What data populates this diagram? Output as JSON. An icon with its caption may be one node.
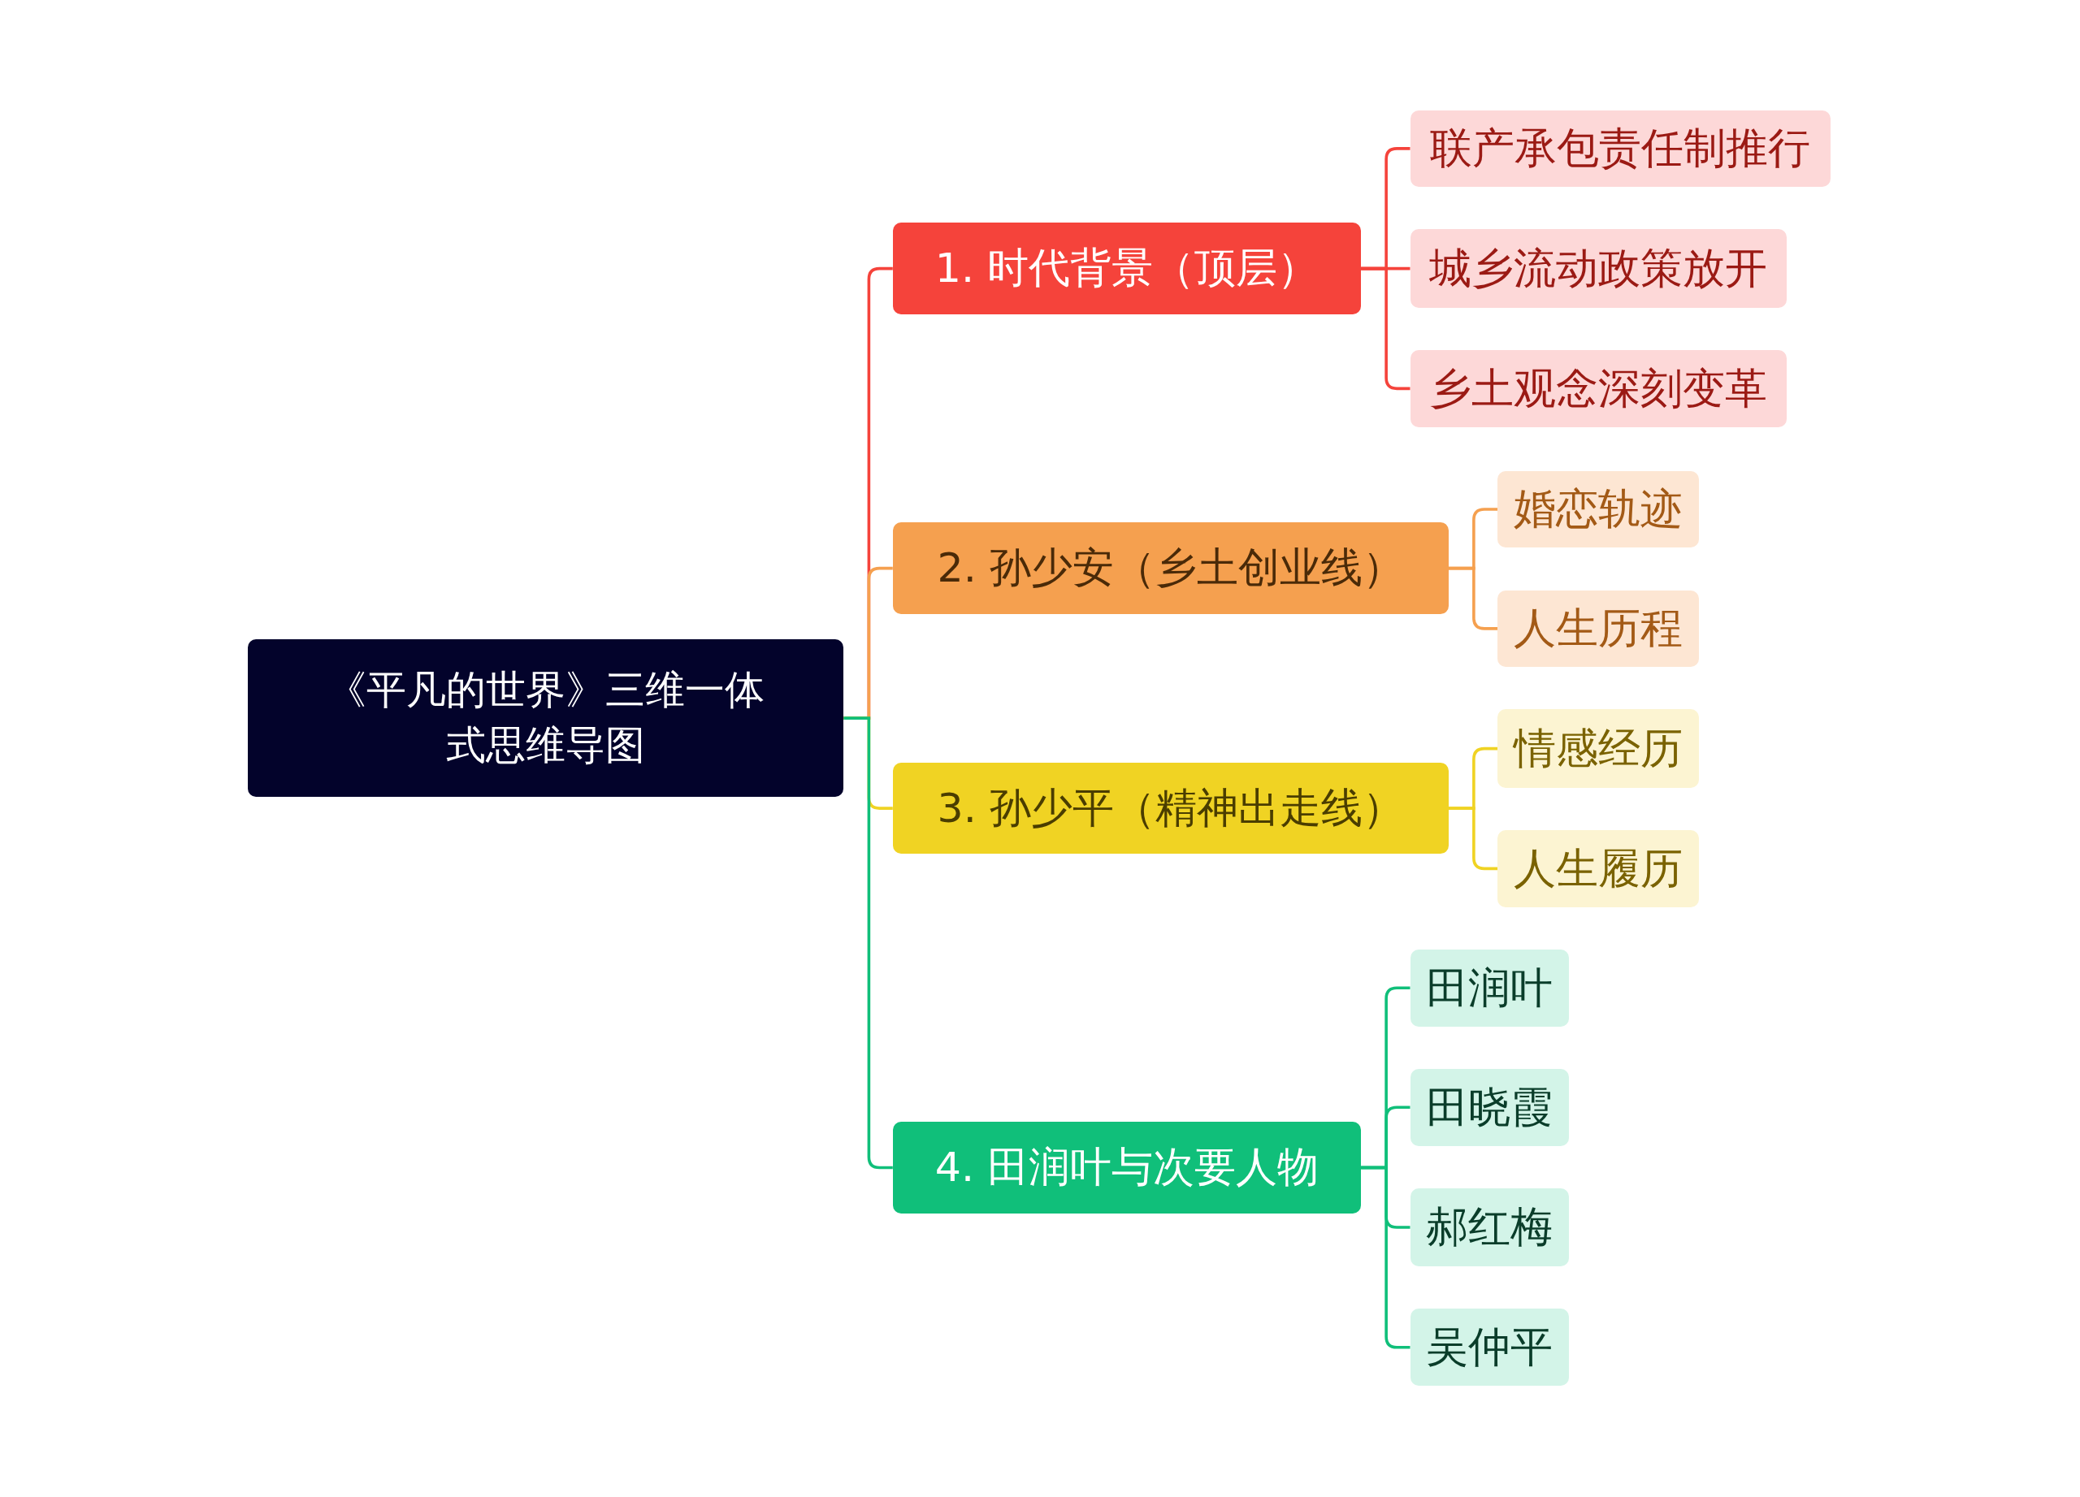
{
  "diagram": {
    "nodes": [
      {
        "text": [
          "《平凡的世界》三维一体式思维导图"
        ]
      },
      {
        "text": [
          "1. 时代背景（顶层）"
        ]
      },
      {
        "text": [
          "联产承包责任制推行"
        ]
      },
      {
        "text": [
          "城乡流动政策放开"
        ]
      },
      {
        "text": [
          "乡土观念深刻变革"
        ]
      },
      {
        "text": [
          "2. 孙少安（乡土创业线）"
        ]
      },
      {
        "text": [
          "婚恋轨迹"
        ]
      },
      {
        "text": [
          "人生历程"
        ]
      },
      {
        "text": [
          "3. 孙少平（精神出走线）"
        ]
      },
      {
        "text": [
          "情感经历"
        ]
      },
      {
        "text": [
          "人生履历"
        ]
      },
      {
        "text": [
          "4. 田润叶与次要人物"
        ]
      },
      {
        "text": [
          "田润叶"
        ]
      },
      {
        "text": [
          "田晓霞"
        ]
      },
      {
        "text": [
          "郝红梅"
        ]
      },
      {
        "text": [
          "吴仲平"
        ]
      }
    ],
    "edges": [
      {
        "from": 0,
        "to": 1,
        "arrow": "none",
        "color": "#f5433b"
      },
      {
        "from": 1,
        "to": 2,
        "arrow": "none",
        "color": "#f5433b"
      },
      {
        "from": 1,
        "to": 3,
        "arrow": "none",
        "color": "#f5433b"
      },
      {
        "from": 1,
        "to": 4,
        "arrow": "none",
        "color": "#f5433b"
      },
      {
        "from": 0,
        "to": 5,
        "arrow": "none",
        "color": "#f5a04f"
      },
      {
        "from": 5,
        "to": 6,
        "arrow": "none",
        "color": "#f5a04f"
      },
      {
        "from": 5,
        "to": 7,
        "arrow": "none",
        "color": "#f5a04f"
      },
      {
        "from": 0,
        "to": 8,
        "arrow": "none",
        "color": "#f0d323"
      },
      {
        "from": 8,
        "to": 9,
        "arrow": "none",
        "color": "#f0d323"
      },
      {
        "from": 8,
        "to": 10,
        "arrow": "none",
        "color": "#f0d323"
      },
      {
        "from": 0,
        "to": 11,
        "arrow": "none",
        "color": "#10bf7a"
      },
      {
        "from": 11,
        "to": 12,
        "arrow": "none",
        "color": "#10bf7a"
      },
      {
        "from": 11,
        "to": 13,
        "arrow": "none",
        "color": "#10bf7a"
      },
      {
        "from": 11,
        "to": 14,
        "arrow": "none",
        "color": "#10bf7a"
      },
      {
        "from": 11,
        "to": 15,
        "arrow": "none",
        "color": "#10bf7a"
      }
    ]
  }
}
